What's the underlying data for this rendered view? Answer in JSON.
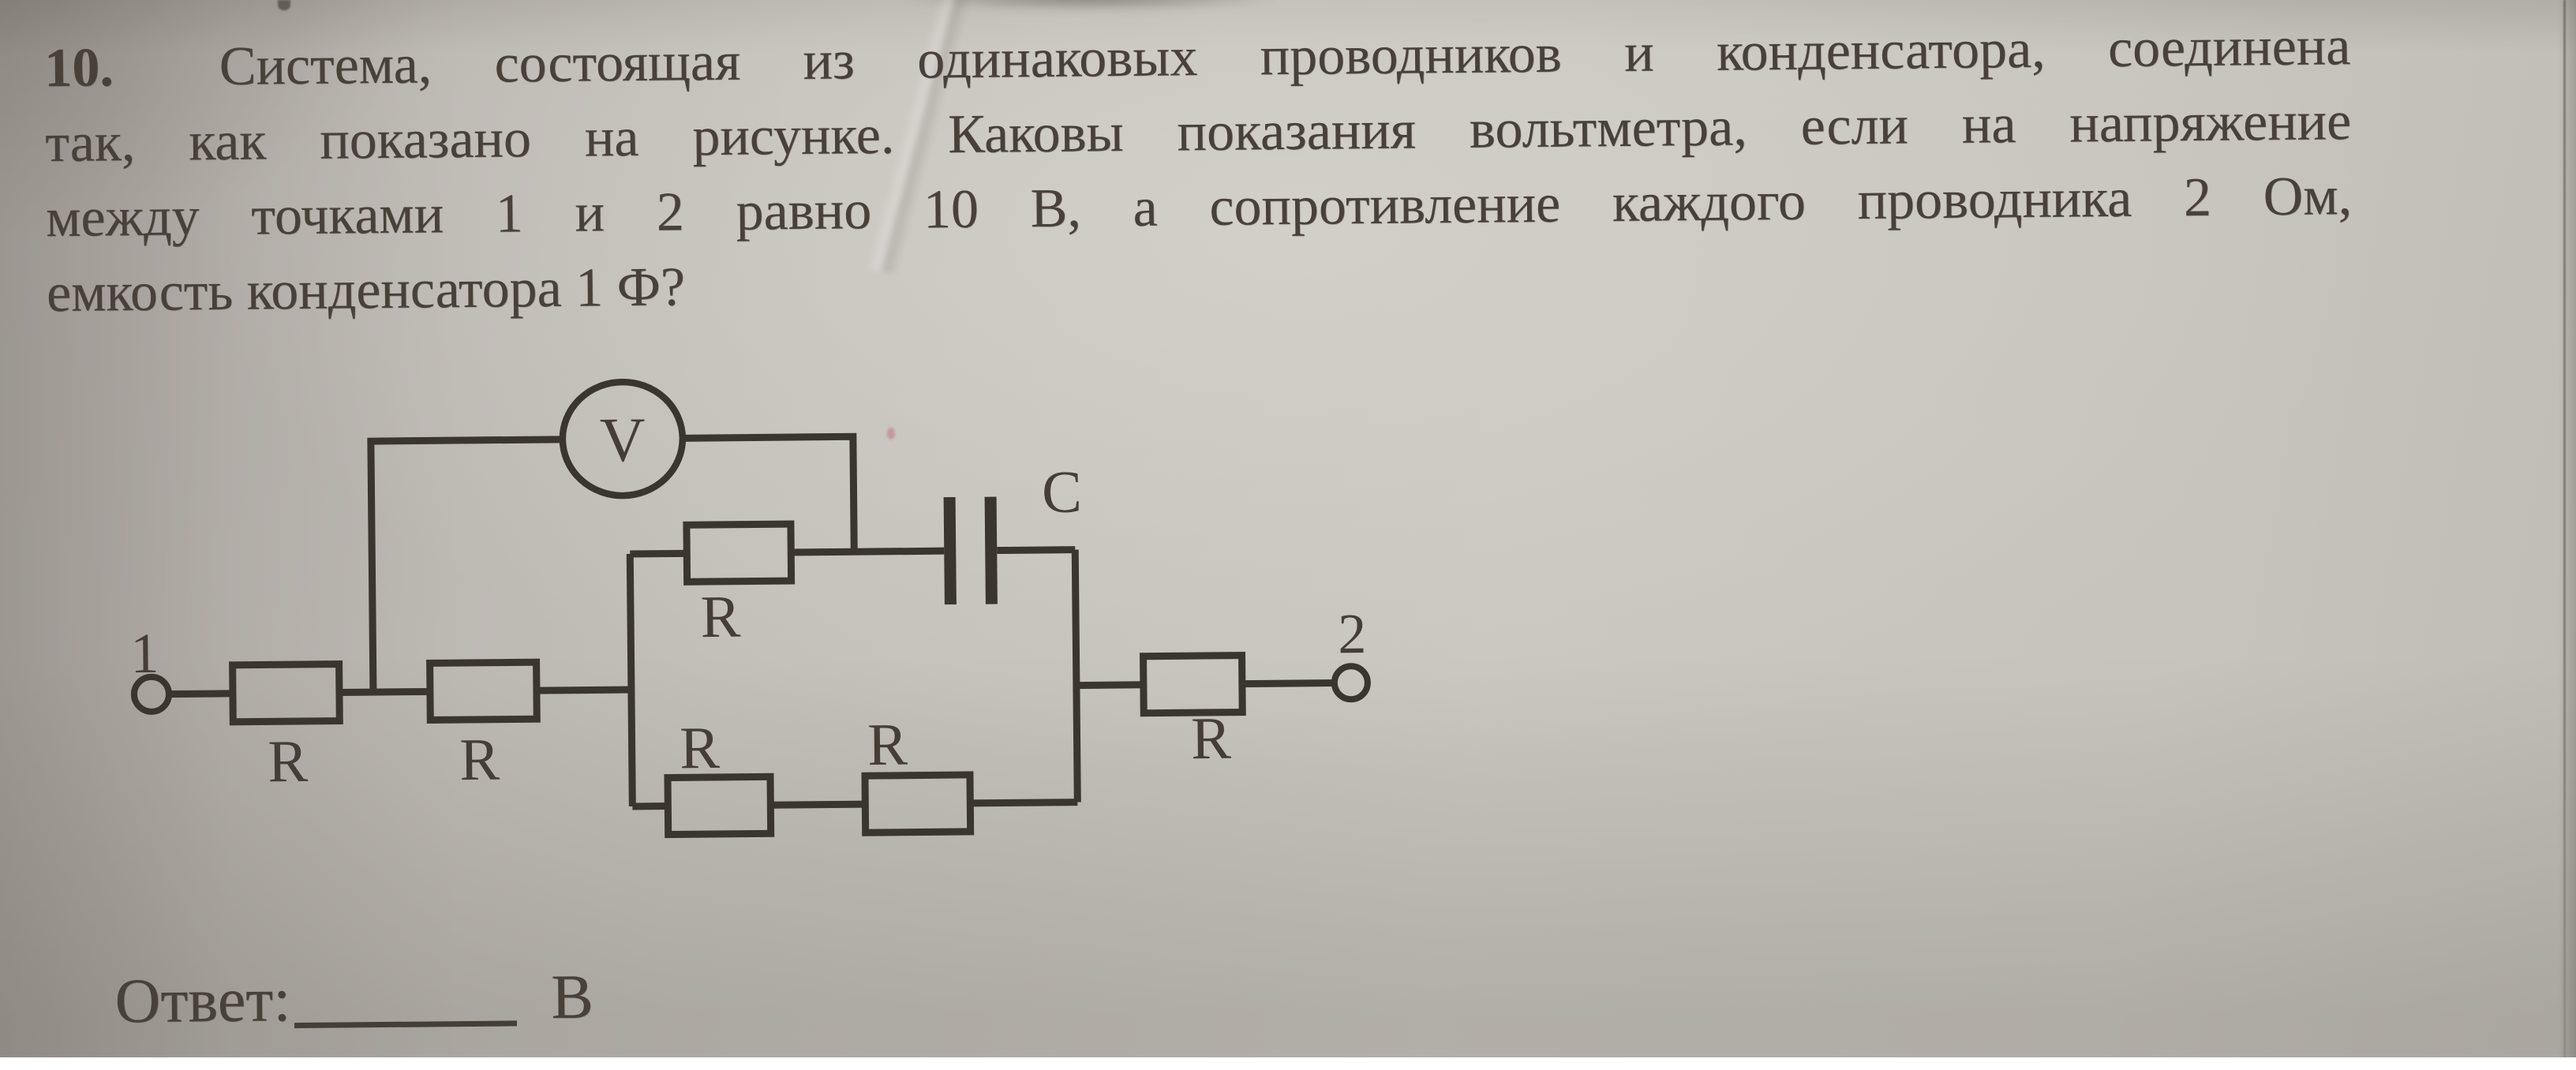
{
  "problem": {
    "number": "10.",
    "lines": [
      "Система, состоящая из одинаковых проводников и конденсатора, соединена",
      "так, как показано на рисунке. Каковы показания вольтметра, если на напряжение",
      "между точками 1 и 2 равно 10 В, а сопротивление каждого проводника 2 Ом,",
      "емкость конденсатора 1 Ф?"
    ]
  },
  "diagram": {
    "voltmeter": {
      "label": "V"
    },
    "capacitor": {
      "label": "C"
    },
    "terminals": [
      {
        "label": "1"
      },
      {
        "label": "2"
      }
    ],
    "resistors": [
      {
        "label": "R"
      },
      {
        "label": "R"
      },
      {
        "label": "R"
      },
      {
        "label": "R"
      },
      {
        "label": "R"
      },
      {
        "label": "R"
      }
    ]
  },
  "answer": {
    "label": "Ответ:",
    "unit": "В"
  },
  "colors": {
    "ink": "#3b3530",
    "paper_light": "#cdc9c3",
    "paper_dark": "#a9a49e"
  }
}
